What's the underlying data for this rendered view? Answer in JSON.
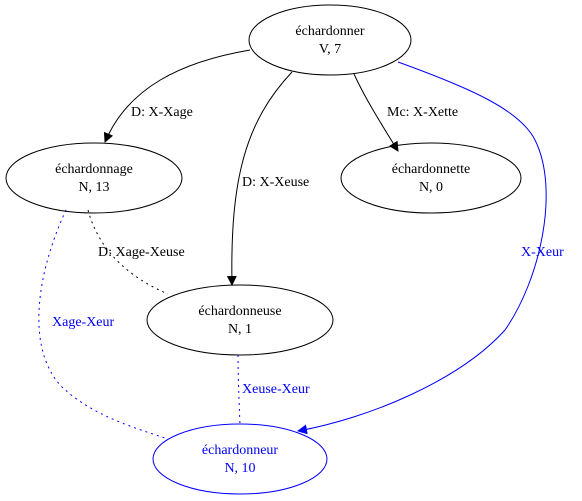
{
  "colors": {
    "default": "#000000",
    "highlight": "#0000ff",
    "background": "#ffffff"
  },
  "nodes": {
    "echardonner": {
      "word": "échardonner",
      "info": "V, 7"
    },
    "echardonnage": {
      "word": "échardonnage",
      "info": "N, 13"
    },
    "echardonnette": {
      "word": "échardonnette",
      "info": "N, 0"
    },
    "echardonneuse": {
      "word": "échardonneuse",
      "info": "N, 1"
    },
    "echardonneur": {
      "word": "échardonneur",
      "info": "N, 10"
    }
  },
  "edges": {
    "d_xage": {
      "label": "D: X-Xage",
      "from": "echardonner",
      "to": "echardonnage"
    },
    "d_xeuse": {
      "label": "D: X-Xeuse",
      "from": "echardonner",
      "to": "echardonneuse"
    },
    "mc_xette": {
      "label": "Mc: X-Xette",
      "from": "echardonner",
      "to": "echardonnette"
    },
    "x_xeur": {
      "label": "X-Xeur",
      "from": "echardonner",
      "to": "echardonneur"
    },
    "d_xage_xeuse": {
      "label": "D: Xage-Xeuse",
      "from": "echardonnage",
      "to": "echardonneuse"
    },
    "xage_xeur": {
      "label": "Xage-Xeur",
      "from": "echardonnage",
      "to": "echardonneur"
    },
    "xeuse_xeur": {
      "label": "Xeuse-Xeur",
      "from": "echardonneuse",
      "to": "echardonneur"
    }
  }
}
